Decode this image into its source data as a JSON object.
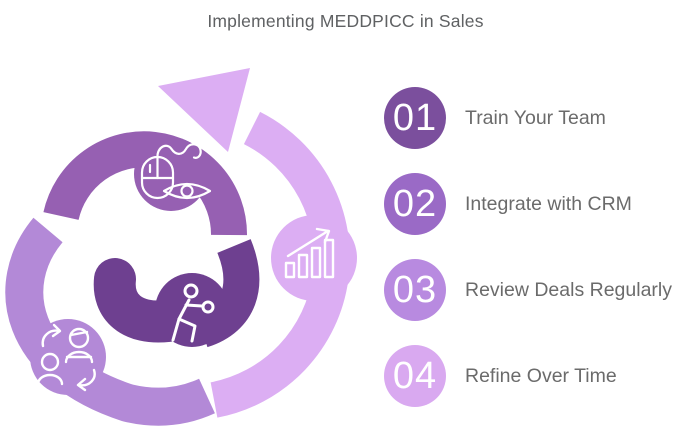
{
  "title": "Implementing MEDDPICC in Sales",
  "colors": {
    "outer_arc": "#dcaef3",
    "top_segment": "#9660b2",
    "left_segment": "#b389d7",
    "dark_segment": "#6e4090",
    "icon_stroke": "#ffffff",
    "step_number_text": "#ffffff",
    "label_text": "#6b6b6b",
    "title_text": "#5f6163"
  },
  "diagram": {
    "node_icons": [
      "computer-mouse-eye",
      "growth-chart",
      "running-person",
      "people-rotation"
    ]
  },
  "steps": [
    {
      "number": "01",
      "label": "Train Your Team",
      "color": "#7b4f9d"
    },
    {
      "number": "02",
      "label": "Integrate with CRM",
      "color": "#9a6ac6"
    },
    {
      "number": "03",
      "label": "Review Deals Regularly",
      "color": "#b88ae0"
    },
    {
      "number": "04",
      "label": "Refine Over Time",
      "color": "#d9a9f0"
    }
  ]
}
